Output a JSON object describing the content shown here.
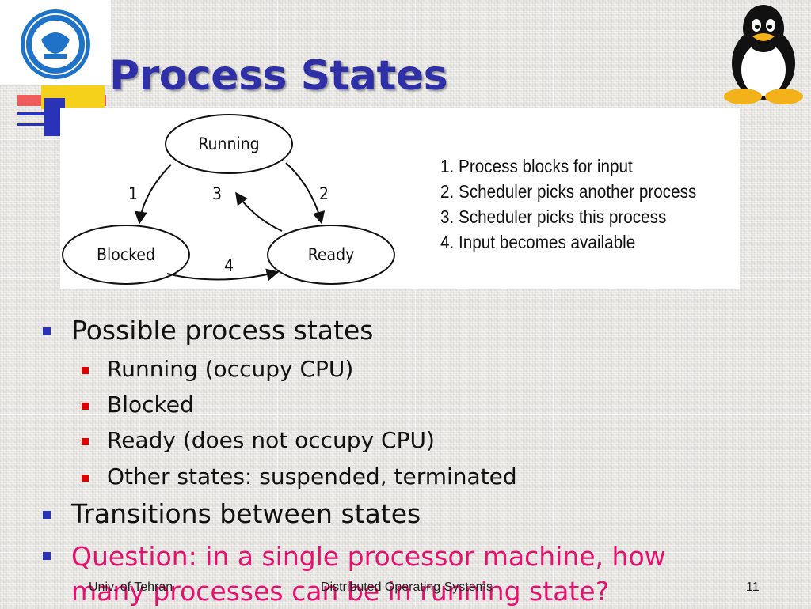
{
  "slide": {
    "title": "Process States",
    "page_number": "11"
  },
  "diagram": {
    "nodes": {
      "running": "Running",
      "blocked": "Blocked",
      "ready": "Ready"
    },
    "edges": {
      "e1": "1",
      "e2": "2",
      "e3": "3",
      "e4": "4"
    },
    "legend": [
      "1. Process blocks for input",
      "2. Scheduler picks another process",
      "3. Scheduler picks this process",
      "4. Input becomes available"
    ]
  },
  "bullets": {
    "b1": "Possible process states",
    "b1_sub": [
      "Running (occupy CPU)",
      "Blocked",
      "Ready (does not occupy CPU)",
      "Other states: suspended, terminated"
    ],
    "b2": "Transitions between states",
    "b3": "Question: in a single processor machine, how many processes can be in running state?"
  },
  "footer": {
    "left": "Univ. of Tehran",
    "center": "Distributed Operating Systems"
  },
  "colors": {
    "title": "#2f2fa8",
    "question": "#e4126e",
    "bullet_level1": "#2a32b8",
    "bullet_level2": "#e00000"
  },
  "icons": {
    "logo": "university-of-tehran-logo",
    "mascot": "tux-penguin"
  }
}
